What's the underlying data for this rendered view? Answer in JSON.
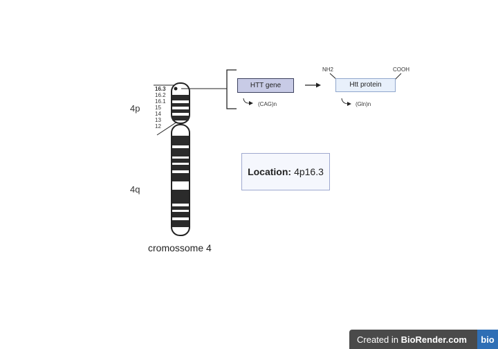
{
  "chromosome": {
    "caption": "cromossome 4",
    "arm_p": "4p",
    "arm_q": "4q",
    "bands": [
      "16.3",
      "16.2",
      "16.1",
      "15",
      "14",
      "13",
      "12"
    ]
  },
  "gene": {
    "label": "HTT gene",
    "repeat": "(CAG)n"
  },
  "protein": {
    "label": "Htt protein",
    "repeat": "(Gln)n",
    "n_terminus": "NH2",
    "c_terminus": "COOH"
  },
  "location": {
    "label": "Location:",
    "value": "4p16.3"
  },
  "badge": {
    "prefix": "Created in ",
    "brand": "BioRender.com",
    "logo": "bio"
  },
  "colors": {
    "gene_box": "#c8cbe6",
    "protein_box": "#e8f0fb",
    "location_border": "#9ea8cf",
    "badge_bg": "#4a4a4a",
    "logo_bg": "#2f6fb5"
  }
}
